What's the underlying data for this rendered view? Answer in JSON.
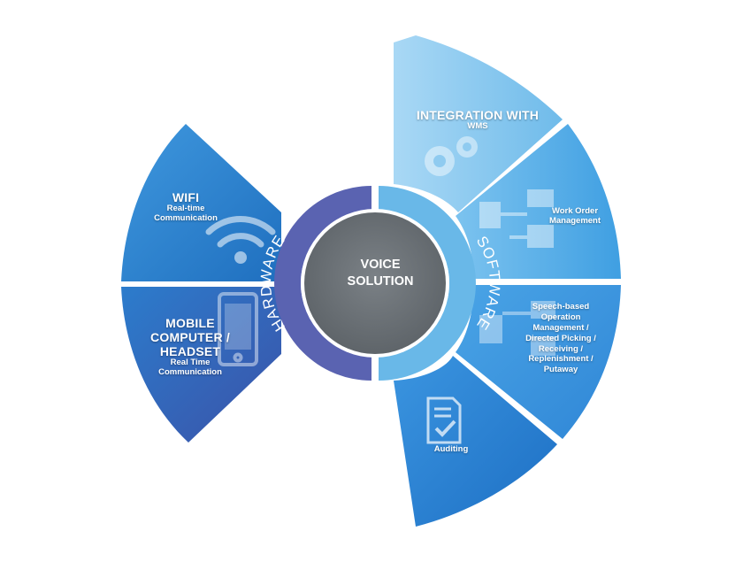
{
  "center": {
    "line1": "VOICE",
    "line2": "SOLUTION"
  },
  "ring": {
    "left_label": "HARDWARE",
    "right_label": "SOFTWARE"
  },
  "segments": {
    "wifi": {
      "title": "WIFI",
      "line1": "Real-time",
      "line2": "Communication",
      "icon": "wifi-icon"
    },
    "mobile": {
      "title1": "MOBILE",
      "title2": "COMPUTER /",
      "title3": "HEADSET",
      "line1": "Real Time",
      "line2": "Communication",
      "icon": "smartphone-icon"
    },
    "integration": {
      "title": "INTEGRATION WITH",
      "sub": "WMS",
      "icon": "gears-icon"
    },
    "work_order": {
      "line1": "Work Order",
      "line2": "Management",
      "icon": "flowchart-icon"
    },
    "speech": {
      "lines": [
        "Speech-based",
        "Operation",
        "Management /",
        "Directed Picking /",
        "Receiving /",
        "Replenishment /",
        "Putaway"
      ],
      "icon": "flowchart-icon"
    },
    "auditing": {
      "label": "Auditing",
      "icon": "checklist-document-icon"
    }
  },
  "colors": {
    "hardware_ring": "#5a63b1",
    "software_ring": "#65b5e6",
    "center": "#6d7378",
    "segment_blue": "#2a7fce",
    "segment_light": "#7cc2ee"
  }
}
